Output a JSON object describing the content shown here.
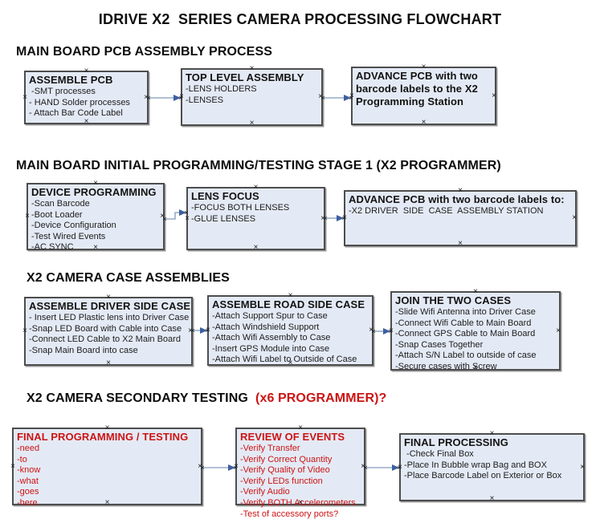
{
  "title": "IDRIVE X2  SERIES CAMERA PROCESSING FLOWCHART",
  "colors": {
    "box_fill": "#e4eaf5",
    "box_border": "#4d4d4d",
    "red_text": "#cc1414",
    "arrow_line": "#96abc9",
    "arrow_head": "#3c5fa0",
    "text_black": "#0d0d0d"
  },
  "handle_glyph": "×",
  "sections": [
    {
      "heading": "MAIN BOARD PCB ASSEMBLY PROCESS",
      "heading_red": "",
      "boxes": [
        {
          "id": "assemble-pcb",
          "title": "ASSEMBLE PCB",
          "red": false,
          "lines": [
            " -SMT processes",
            "- HAND Solder processes",
            "- Attach Bar Code Label"
          ]
        },
        {
          "id": "top-level-assembly",
          "title": "TOP LEVEL ASSEMBLY",
          "red": false,
          "lines": [
            "-LENS HOLDERS",
            "-LENSES"
          ]
        },
        {
          "id": "advance-pcb-to-programming-station",
          "title": "ADVANCE PCB with two barcode labels to the  X2 Programming Station",
          "red": false,
          "lines": []
        }
      ]
    },
    {
      "heading": "MAIN BOARD INITIAL PROGRAMMING/TESTING STAGE 1 (X2 PROGRAMMER)",
      "heading_red": "",
      "boxes": [
        {
          "id": "device-programming",
          "title": "DEVICE PROGRAMMING",
          "red": false,
          "lines": [
            "-Scan Barcode",
            "-Boot Loader",
            "-Device Configuration",
            "-Test Wired Events",
            "-AC SYNC"
          ]
        },
        {
          "id": "lens-focus",
          "title": "LENS FOCUS",
          "red": false,
          "lines": [
            "-FOCUS BOTH LENSES",
            "-GLUE LENSES"
          ]
        },
        {
          "id": "advance-pcb-to-case-assembly",
          "title": "ADVANCE PCB with two barcode labels to:",
          "red": false,
          "lines": [
            "-X2 DRIVER  SIDE  CASE  ASSEMBLY STATION"
          ]
        }
      ]
    },
    {
      "heading": "X2 CAMERA CASE ASSEMBLIES",
      "heading_red": "",
      "boxes": [
        {
          "id": "assemble-driver-side-case",
          "title": "ASSEMBLE DRIVER SIDE CASE",
          "red": false,
          "lines": [
            "- Insert LED Plastic lens into Driver Case",
            "-Snap LED Board with Cable into Case",
            "-Connect LED Cable to X2 Main Board",
            "-Snap Main Board into case"
          ]
        },
        {
          "id": "assemble-road-side-case",
          "title": "ASSEMBLE ROAD SIDE CASE",
          "red": false,
          "lines": [
            "-Attach Support Spur to Case",
            "-Attach Windshield Support",
            "-Attach Wifi Assembly to Case",
            "-Insert GPS Module into Case",
            "-Attach Wifi Label to Outside of Case"
          ]
        },
        {
          "id": "join-the-two-cases",
          "title": "JOIN THE TWO CASES",
          "red": false,
          "lines": [
            "-Slide Wifi Antenna into Driver Case",
            "-Connect Wifi Cable to Main Board",
            "-Connect GPS Cable to Main Board",
            "-Snap Cases Together",
            "-Attach S/N Label to outside of case",
            "-Secure cases with Screw"
          ]
        }
      ]
    },
    {
      "heading": "X2 CAMERA SECONDARY TESTING ",
      "heading_red": " (x6 PROGRAMMER)?",
      "boxes": [
        {
          "id": "final-programming-testing",
          "title": "FINAL PROGRAMMING / TESTING",
          "red": true,
          "lines": [
            "-need",
            "-to",
            "-know",
            "-what",
            "-goes",
            "-here"
          ]
        },
        {
          "id": "review-of-events",
          "title": "REVIEW OF EVENTS",
          "red": true,
          "lines": [
            "-Verify Transfer",
            "-Verify Correct Quantity",
            "-Verify Quality of Video",
            "-Verify LEDs function",
            "-Verify Audio",
            "-Verify BOTH Accelerometers",
            "-Test of accessory ports?"
          ]
        },
        {
          "id": "final-processing",
          "title": "FINAL PROCESSING",
          "red": false,
          "lines": [
            " -Check Final Box",
            "-Place In Bubble wrap Bag and BOX",
            "-Place Barcode Label on Exterior or Box"
          ]
        }
      ]
    }
  ]
}
